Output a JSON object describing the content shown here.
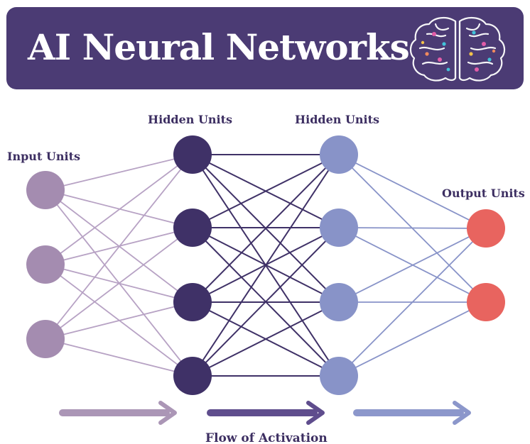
{
  "title": "AI Neural Networks",
  "layers": [
    {
      "label": "Input Units",
      "units": 3,
      "color": "#a48cb0"
    },
    {
      "label": "Hidden Units",
      "units": 4,
      "color": "#3f3167"
    },
    {
      "label": "Hidden Units",
      "units": 4,
      "color": "#8893c8"
    },
    {
      "label": "Output Units",
      "units": 2,
      "color": "#e8645f"
    }
  ],
  "connection_colors": [
    "#b7a2c4",
    "#3f3167",
    "#8893c8"
  ],
  "flow_label": "Flow of Activation",
  "arrow_colors": [
    "#ab96b6",
    "#5f4d8d",
    "#8c97cb"
  ],
  "icon": "brain-icon"
}
